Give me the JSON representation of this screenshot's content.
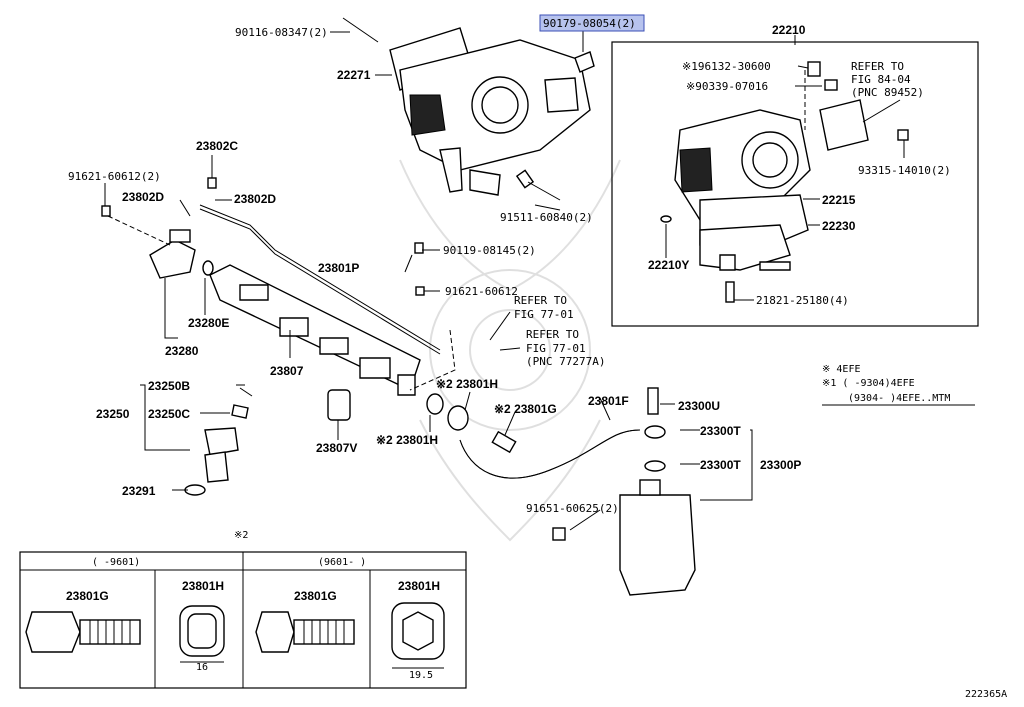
{
  "diagram_id": "222365A",
  "highlighted_part": "90179-08054(2)",
  "colors": {
    "highlight_fill": "#b7c3ee",
    "highlight_border": "#3b4fb5",
    "ink": "#000000"
  },
  "callouts": {
    "c90116": "90116-08347(2)",
    "c90179": "90179-08054(2)",
    "c22271": "22271",
    "c22210": "22210",
    "c196132": "※196132-30600",
    "c90339": "※90339-07016",
    "c_refer84_1": "REFER TO",
    "c_refer84_2": "FIG 84-04",
    "c_refer84_3": "(PNC 89452)",
    "c93315": "93315-14010(2)",
    "c22215": "22215",
    "c22230": "22230",
    "c22210y": "22210Y",
    "c21821": "21821-25180(4)",
    "c23802c": "23802C",
    "c91621a": "91621-60612(2)",
    "c23802d_a": "23802D",
    "c23802d_b": "23802D",
    "c91511": "91511-60840(2)",
    "c90119": "90119-08145(2)",
    "c23801p": "23801P",
    "c91621b": "91621-60612",
    "c_refer77a_1": "REFER TO",
    "c_refer77a_2": "FIG 77-01",
    "c_refer77b_1": "REFER TO",
    "c_refer77b_2": "FIG 77-01",
    "c_refer77b_3": "(PNC 77277A)",
    "c23280e": "23280E",
    "c23280": "23280",
    "c23807": "23807",
    "c23250b": "23250B",
    "c23250": "23250",
    "c23250c": "23250C",
    "c23807v": "23807V",
    "c23801h_a": "※2 23801H",
    "c23801g": "※2 23801G",
    "c23801h_b": "※2 23801H",
    "c23801f": "23801F",
    "c23300u": "23300U",
    "c23300t_a": "23300T",
    "c23300t_b": "23300T",
    "c23300p": "23300P",
    "c23291": "23291",
    "c91651": "91651-60625(2)"
  },
  "legend": {
    "line1": "※  4EFE",
    "line2": "※1 (     -9304)4EFE",
    "line3": "(9304-      )4EFE..MTM"
  },
  "table": {
    "marker": "※2",
    "left_range": "(     -9601)",
    "right_range": "(9601-     )",
    "cells": [
      {
        "part": "23801G",
        "dimension": ""
      },
      {
        "part": "23801H",
        "dimension": "16"
      },
      {
        "part": "23801G",
        "dimension": ""
      },
      {
        "part": "23801H",
        "dimension": "19.5"
      }
    ]
  }
}
